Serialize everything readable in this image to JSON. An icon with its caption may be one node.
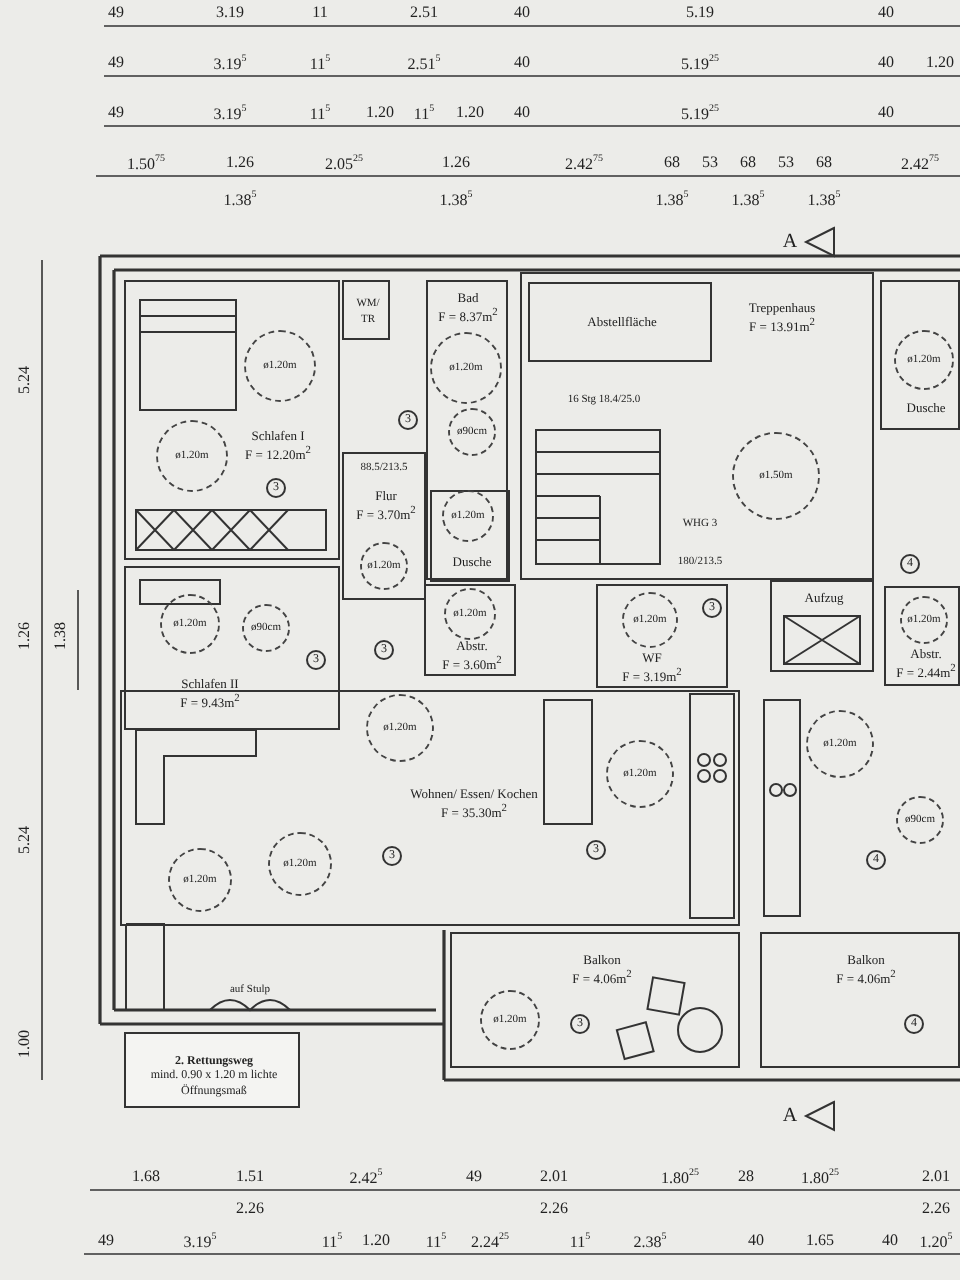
{
  "diagram": {
    "nodes": [
      {
        "text": [
          "Schlafen I",
          "F = 12.20m$^{2}$"
        ]
      },
      {
        "text": [
          "WM/ TR"
        ]
      },
      {
        "text": [
          "Bad",
          "F = 8.37m$^{2}$"
        ]
      },
      {
        "text": [
          "Dusche"
        ],
        "in": 2
      },
      {
        "text": [
          "Flur",
          "F = 3.70m$^{2}$"
        ]
      },
      {
        "text": [
          "Treppenhaus",
          "F = 13.91m$^{2}$"
        ]
      },
      {
        "text": [
          "Abstellfläche"
        ],
        "in": 5
      },
      {
        "text": [
          "Dusche"
        ]
      },
      {
        "text": [
          "Schlafen II",
          "F = 9.43m$^{2}$"
        ]
      },
      {
        "text": [
          "Abstr.",
          "F = 3.60m$^{2}$"
        ]
      },
      {
        "text": [
          "WF",
          "F = 3.19m$^{2}$"
        ]
      },
      {
        "text": [
          "Aufzug"
        ]
      },
      {
        "text": [
          "Abstr.",
          "F = 2.44m$^{2}$"
        ]
      },
      {
        "text": [
          "Wohnen/ Essen/ Kochen",
          "F = 35.30m$^{2}$"
        ]
      },
      {
        "text": [
          "Balkon",
          "F = 4.06m$^{2}$"
        ]
      },
      {
        "text": [
          "Balkon",
          "F = 4.06m$^{2}$"
        ]
      },
      {
        "text": [
          "2. Rettungsweg",
          "mind. 0.90 x 1.20 m lichte Öffnungsmaß"
        ]
      }
    ],
    "labels": [
      "49",
      "3.19",
      "11",
      "2.51",
      "40",
      "5.19",
      "40",
      "49",
      "3.19$^{5}$",
      "11$^{5}$",
      "2.51$^{5}$",
      "40",
      "5.19$^{25}$",
      "40",
      "1.20",
      "49",
      "3.19$^{5}$",
      "11$^{5}$",
      "1.20",
      "11$^{5}$",
      "1.20",
      "40",
      "5.19$^{25}$",
      "40",
      "1.50$^{75}$",
      "1.26",
      "2.05$^{25}$",
      "1.26",
      "2.42$^{75}$",
      "68",
      "53",
      "68",
      "53",
      "68",
      "2.42$^{75}$",
      "1.38$^{5}$",
      "1.38$^{5}$",
      "1.38$^{5}$",
      "1.38$^{5}$",
      "1.38$^{5}$",
      "A",
      "5.24",
      "1.26",
      "1.38",
      "5.24",
      "1.00",
      "ø1.20m",
      "ø1.20m",
      "ø1.20m",
      "ø1.20m",
      "ø90cm",
      "3",
      "16 Stg 18.4/25.0",
      "3",
      "88.5/213.5",
      "ø1.50m",
      "ø1.20m",
      "WHG 3",
      "180/213.5",
      "ø1.20m",
      "ø1.20m",
      "ø90cm",
      "3",
      "ø1.20m",
      "3",
      "ø1.20m",
      "3",
      "ø1.20m",
      "4",
      "ø1.20m",
      "ø1.20m",
      "ø1.20m",
      "3",
      "3",
      "4",
      "ø90cm",
      "ø1.20m",
      "ø1.20m",
      "auf Stulp",
      "ø1.20m",
      "3",
      "4",
      "A",
      "1.68",
      "1.51",
      "2.42$^{5}$",
      "49",
      "2.01",
      "1.80$^{25}$",
      "28",
      "1.80$^{25}$",
      "2.01",
      "2.26",
      "2.26",
      "2.26",
      "49",
      "3.19$^{5}$",
      "11$^{5}$",
      "1.20",
      "11$^{5}$",
      "2.24$^{25}$",
      "11$^{5}$",
      "2.38$^{5}$",
      "40",
      "1.65",
      "40",
      "1.20$^{5}$"
    ]
  }
}
